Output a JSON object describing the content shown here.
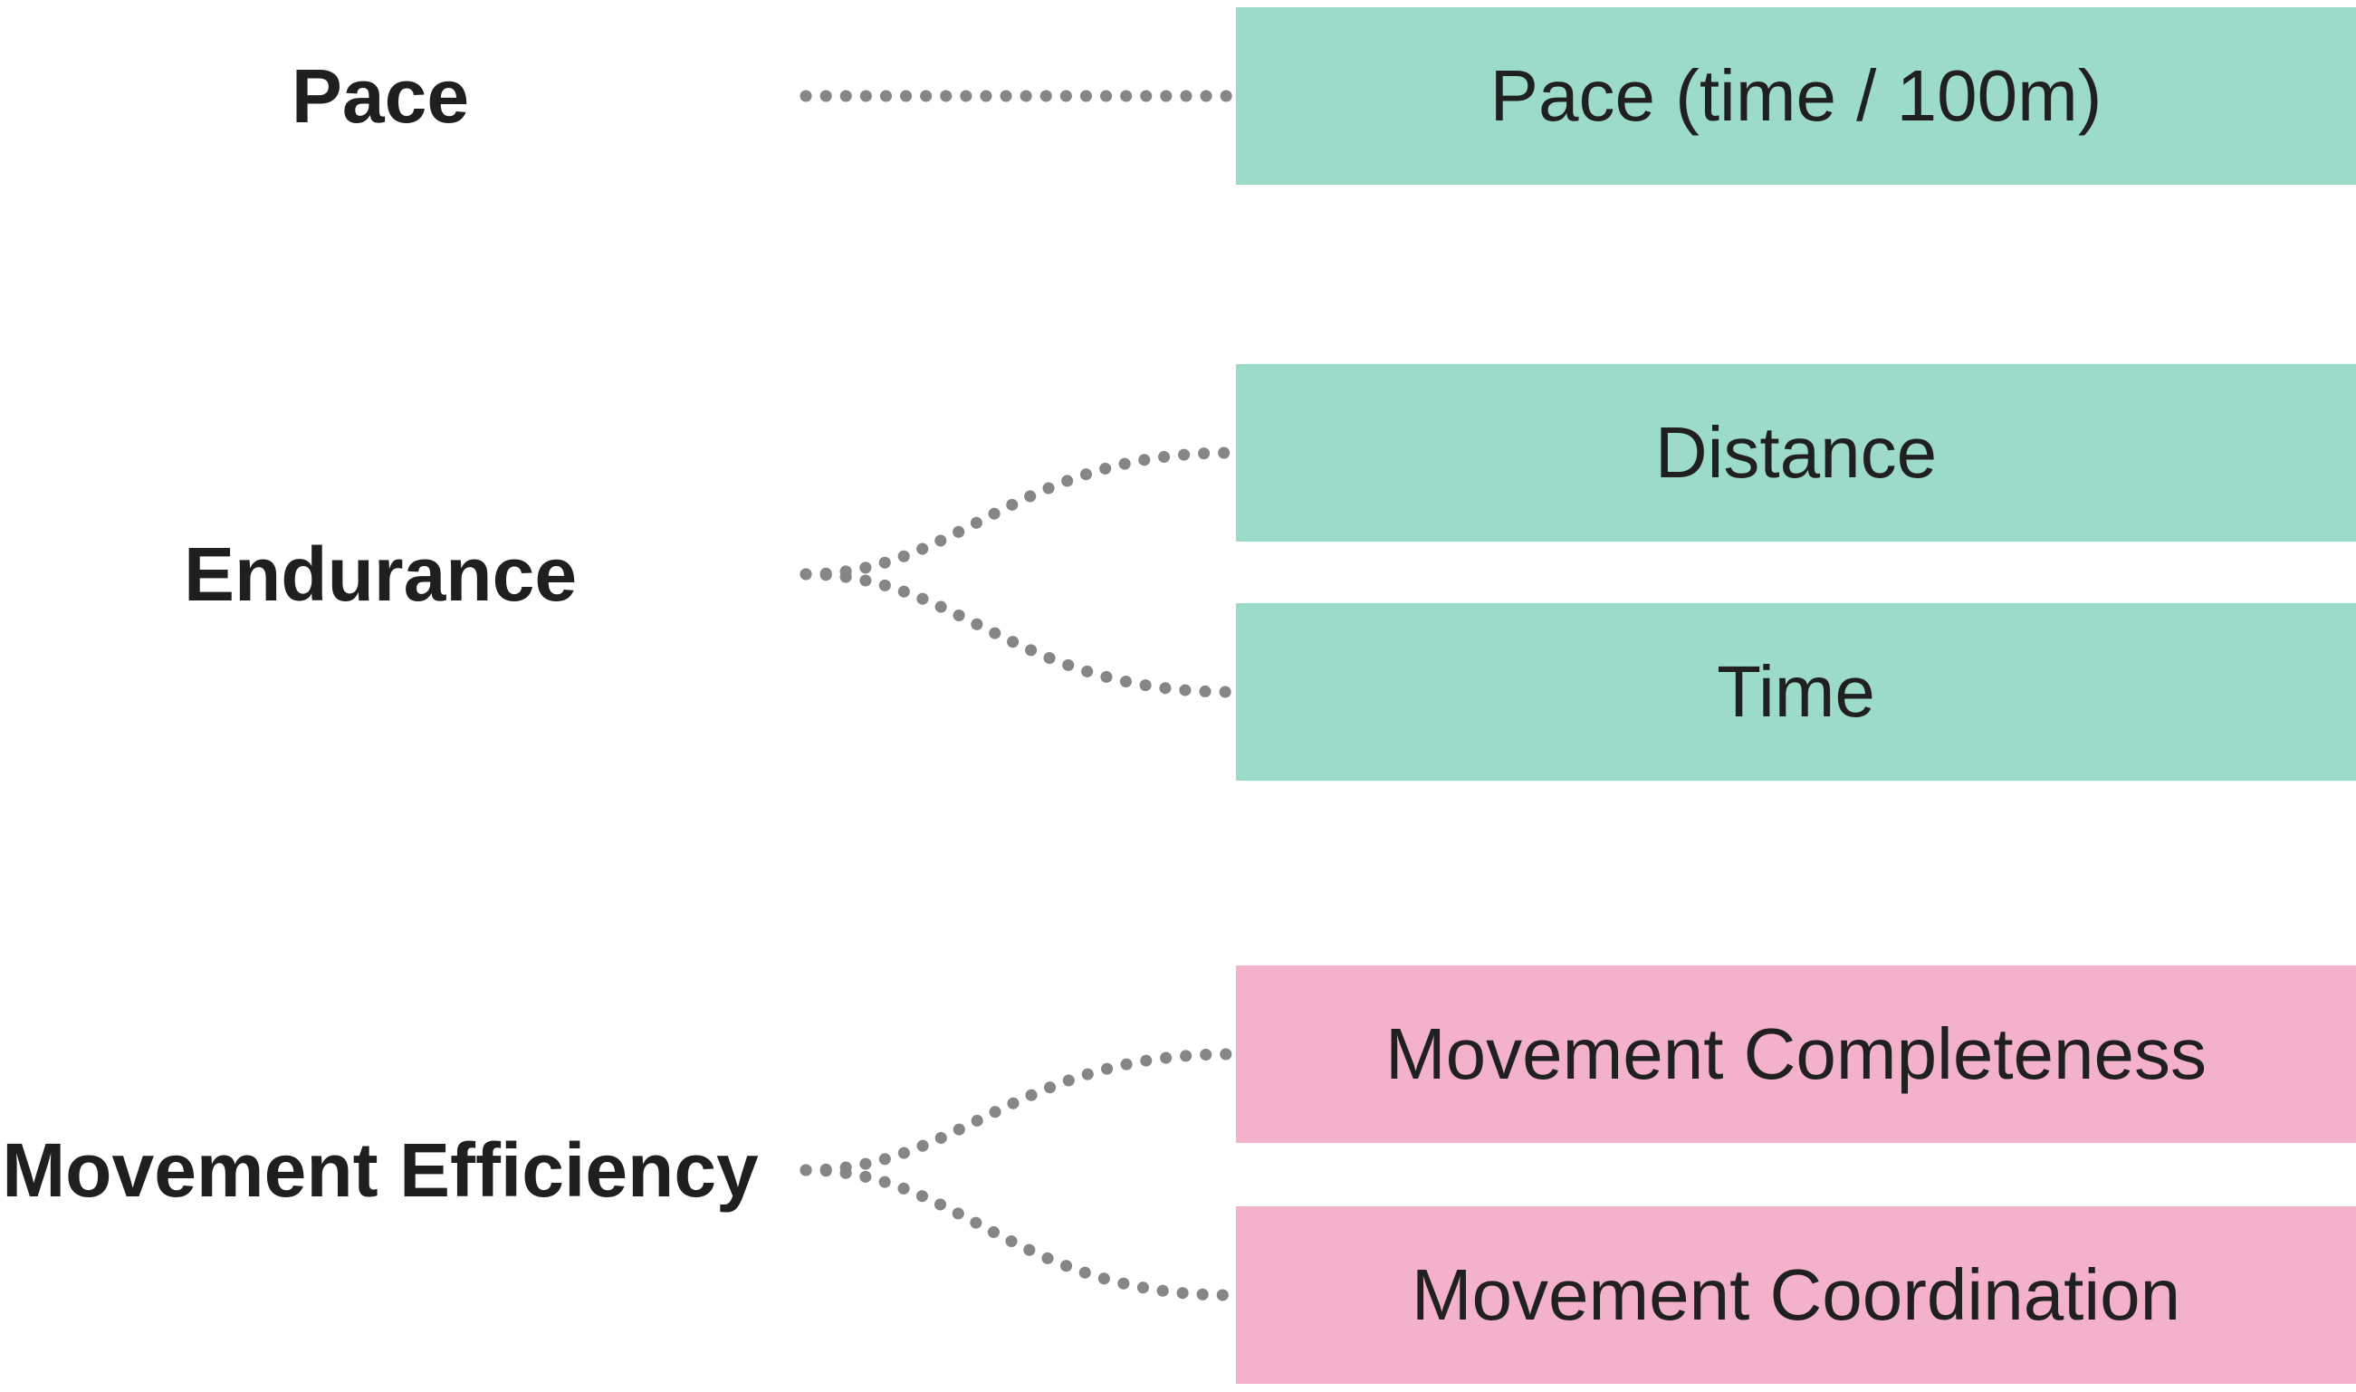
{
  "colors": {
    "teal_box": "#9cdbca",
    "pink_box": "#f4b1cb",
    "dotted_line": "#868686",
    "label_text": "#1f1f1f",
    "box_text": "#202020",
    "background": "#ffffff"
  },
  "diagram": {
    "groups": [
      {
        "label": "Pace",
        "children": [
          {
            "text": "Pace (time / 100m)",
            "color": "teal"
          }
        ]
      },
      {
        "label": "Endurance",
        "children": [
          {
            "text": "Distance",
            "color": "teal"
          },
          {
            "text": "Time",
            "color": "teal"
          }
        ]
      },
      {
        "label": "Movement Efficiency",
        "children": [
          {
            "text": "Movement Completeness",
            "color": "pink"
          },
          {
            "text": "Movement Coordination",
            "color": "pink"
          }
        ]
      }
    ]
  }
}
